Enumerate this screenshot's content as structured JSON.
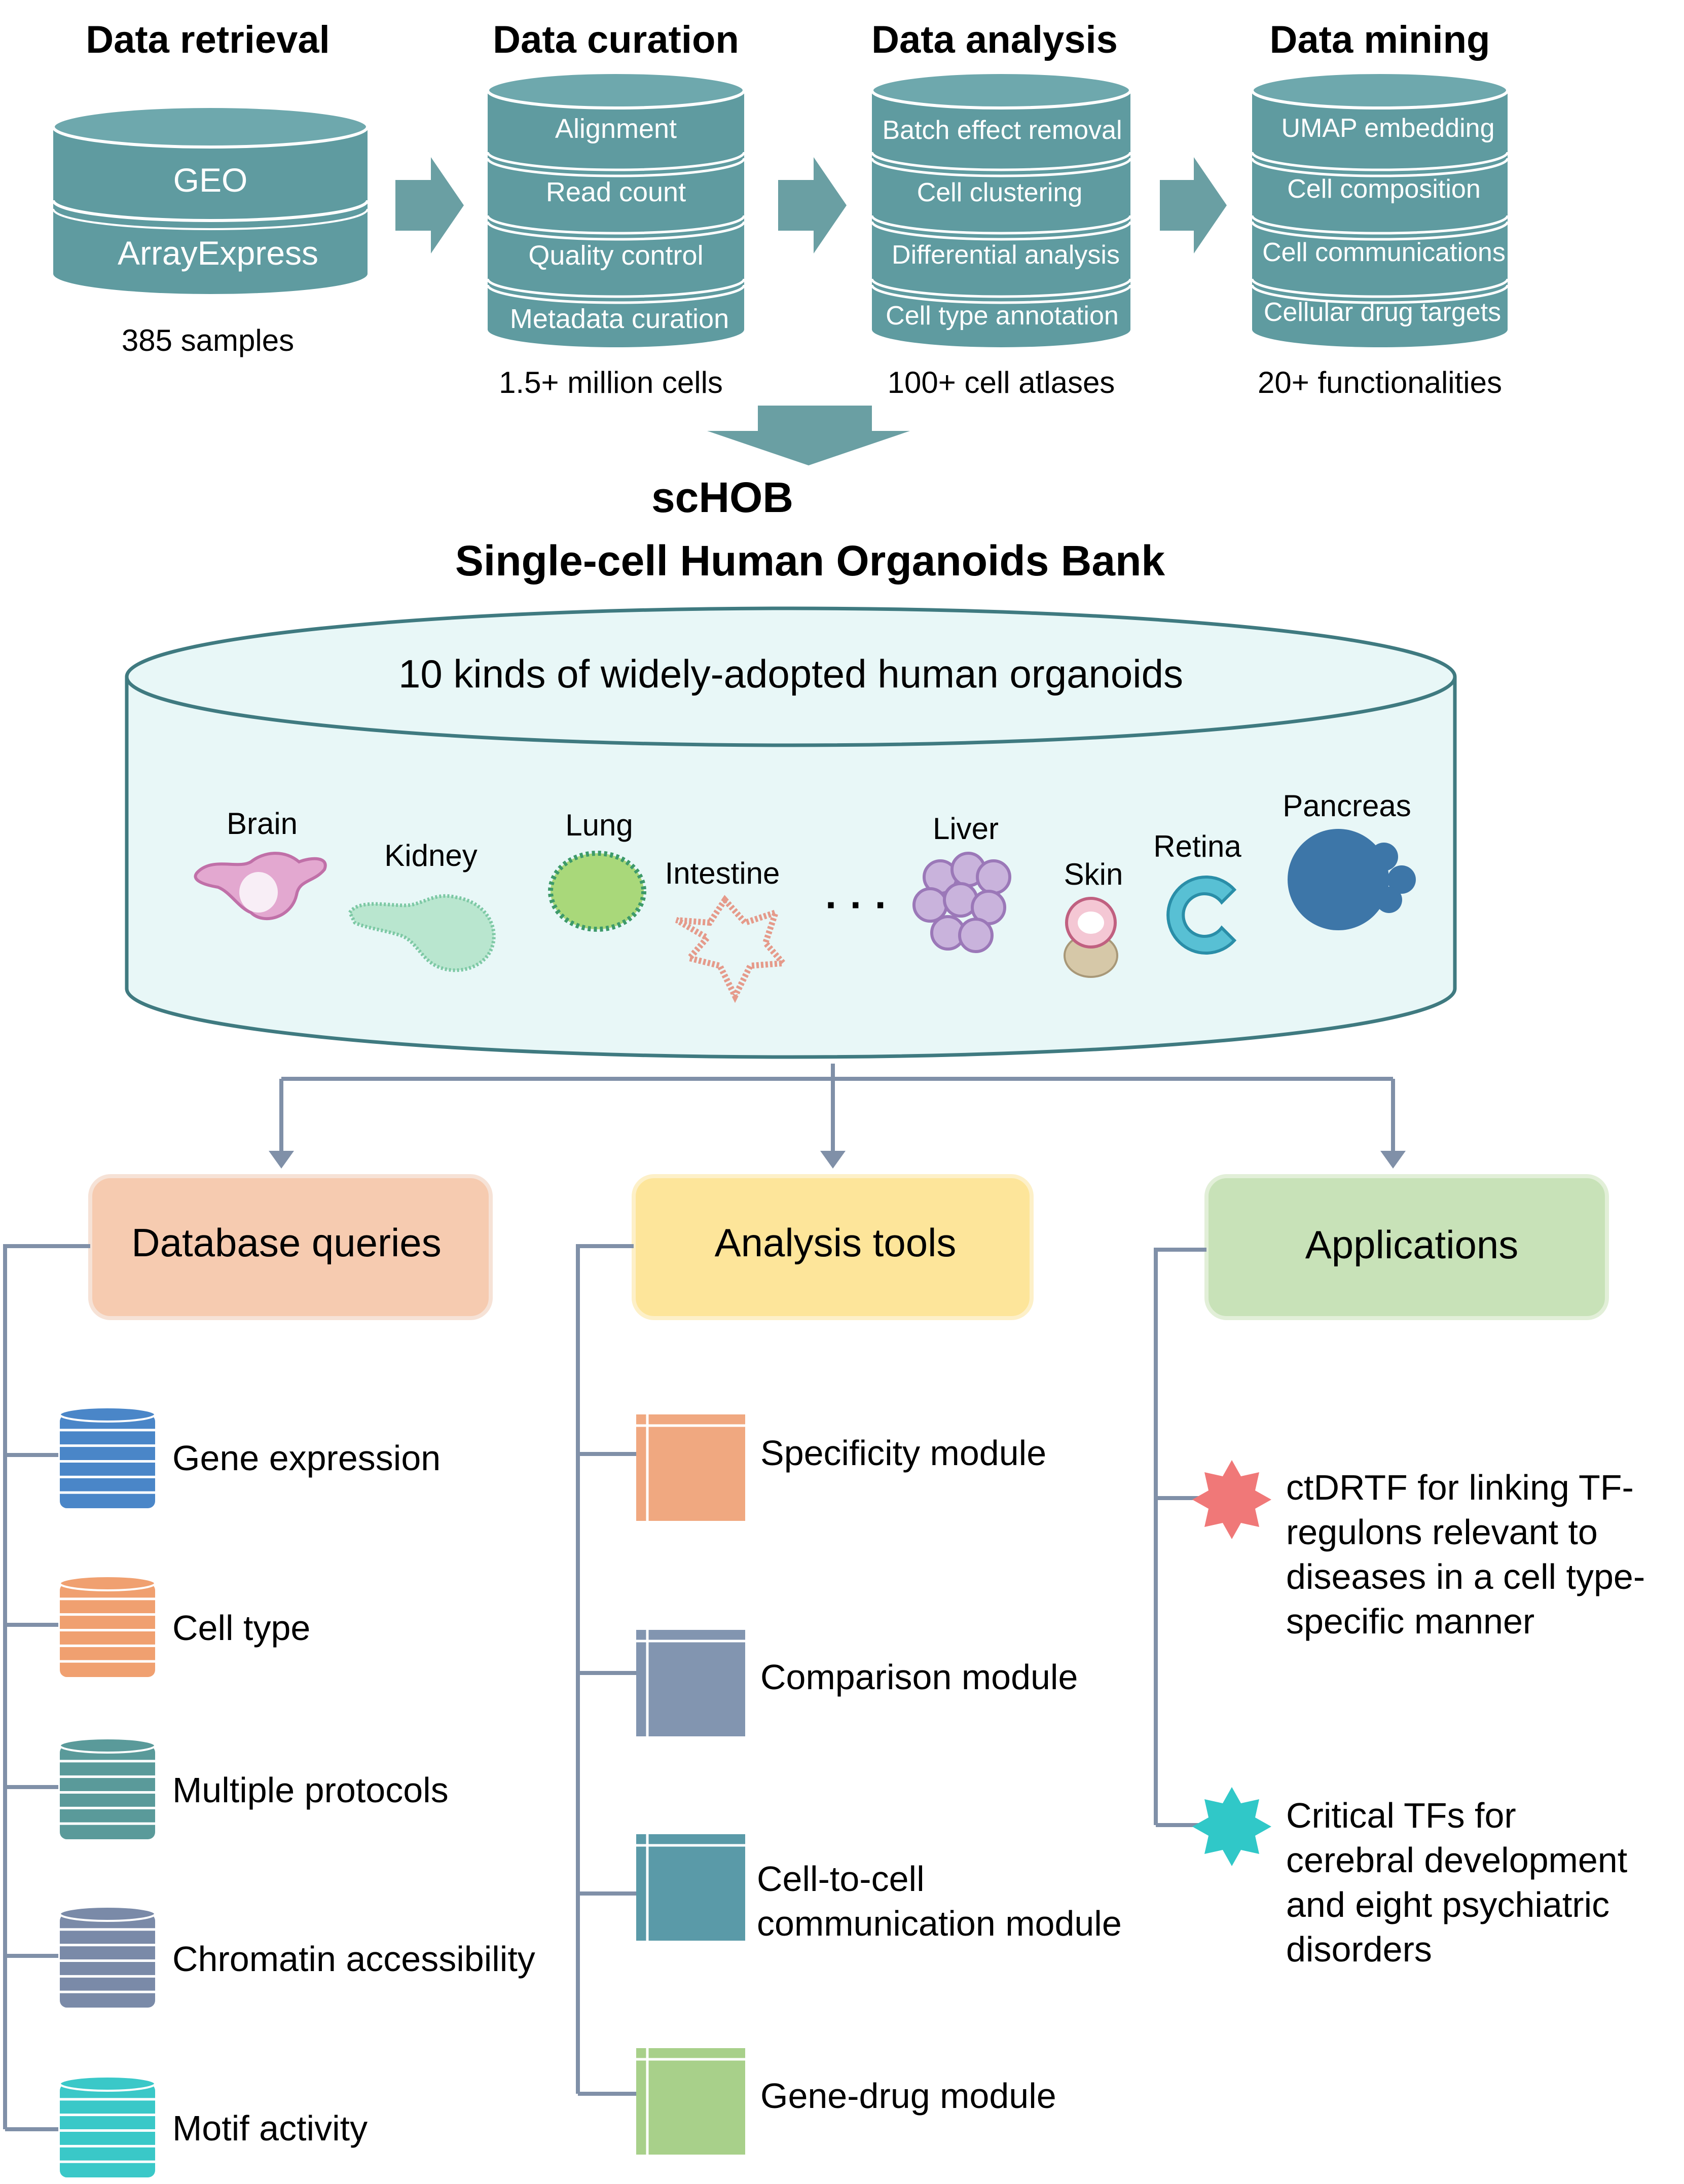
{
  "pipeline": {
    "stages": [
      {
        "title": "Data retrieval",
        "items": [
          "GEO",
          "ArrayExpress"
        ],
        "note": "385 samples"
      },
      {
        "title": "Data curation",
        "items": [
          "Alignment",
          "Read count",
          "Quality control",
          "Metadata curation"
        ],
        "note": "1.5+ million cells"
      },
      {
        "title": "Data analysis",
        "items": [
          "Batch effect removal",
          "Cell clustering",
          "Differential analysis",
          "Cell type annotation"
        ],
        "note": "100+ cell atlases"
      },
      {
        "title": "Data mining",
        "items": [
          "UMAP embedding",
          "Cell composition",
          "Cell communications",
          "Cellular drug targets"
        ],
        "note": "20+ functionalities"
      }
    ]
  },
  "bank": {
    "short_name": "scHOB",
    "full_name": "Single-cell Human Organoids Bank",
    "cylinder_label": "10 kinds of widely-adopted human organoids",
    "organoids": [
      "Brain",
      "Kidney",
      "Lung",
      "Intestine",
      "Liver",
      "Skin",
      "Retina",
      "Pancreas"
    ],
    "ellipsis": "· · ·"
  },
  "branches": [
    {
      "title": "Database queries",
      "color": "#f6cbb0",
      "items": [
        {
          "label": "Gene expression",
          "color": "#4a86c8"
        },
        {
          "label": "Cell type",
          "color": "#f0a070"
        },
        {
          "label": "Multiple protocols",
          "color": "#5a9a9a"
        },
        {
          "label": "Chromatin accessibility",
          "color": "#7a8aa8"
        },
        {
          "label": "Motif activity",
          "color": "#3ac8c8"
        }
      ]
    },
    {
      "title": "Analysis tools",
      "color": "#fde59a",
      "items": [
        {
          "label": "Specificity module",
          "color": "#f0a880"
        },
        {
          "label": "Comparison module",
          "color": "#8295b0"
        },
        {
          "label": [
            "Cell-to-cell",
            "communication module"
          ],
          "color": "#5a9aa8"
        },
        {
          "label": "Gene-drug module",
          "color": "#a8d08a"
        }
      ]
    },
    {
      "title": "Applications",
      "color": "#c8e2b8",
      "items": [
        {
          "label": [
            "ctDRTF for linking TF-",
            "regulons relevant to",
            "diseases in a cell type-",
            "specific manner"
          ],
          "color": "#f07878"
        },
        {
          "label": [
            "Critical TFs for",
            "cerebral development",
            "and eight psychiatric",
            "disorders"
          ],
          "color": "#30c8c8"
        }
      ]
    }
  ],
  "colors": {
    "teal": "#5f9ba0",
    "teal_dark": "#ffffff",
    "arrow": "#6a9fa3",
    "connector": "#8090a8",
    "bank_fill": "#e8f7f7",
    "bank_stroke": "#3f7a80"
  }
}
